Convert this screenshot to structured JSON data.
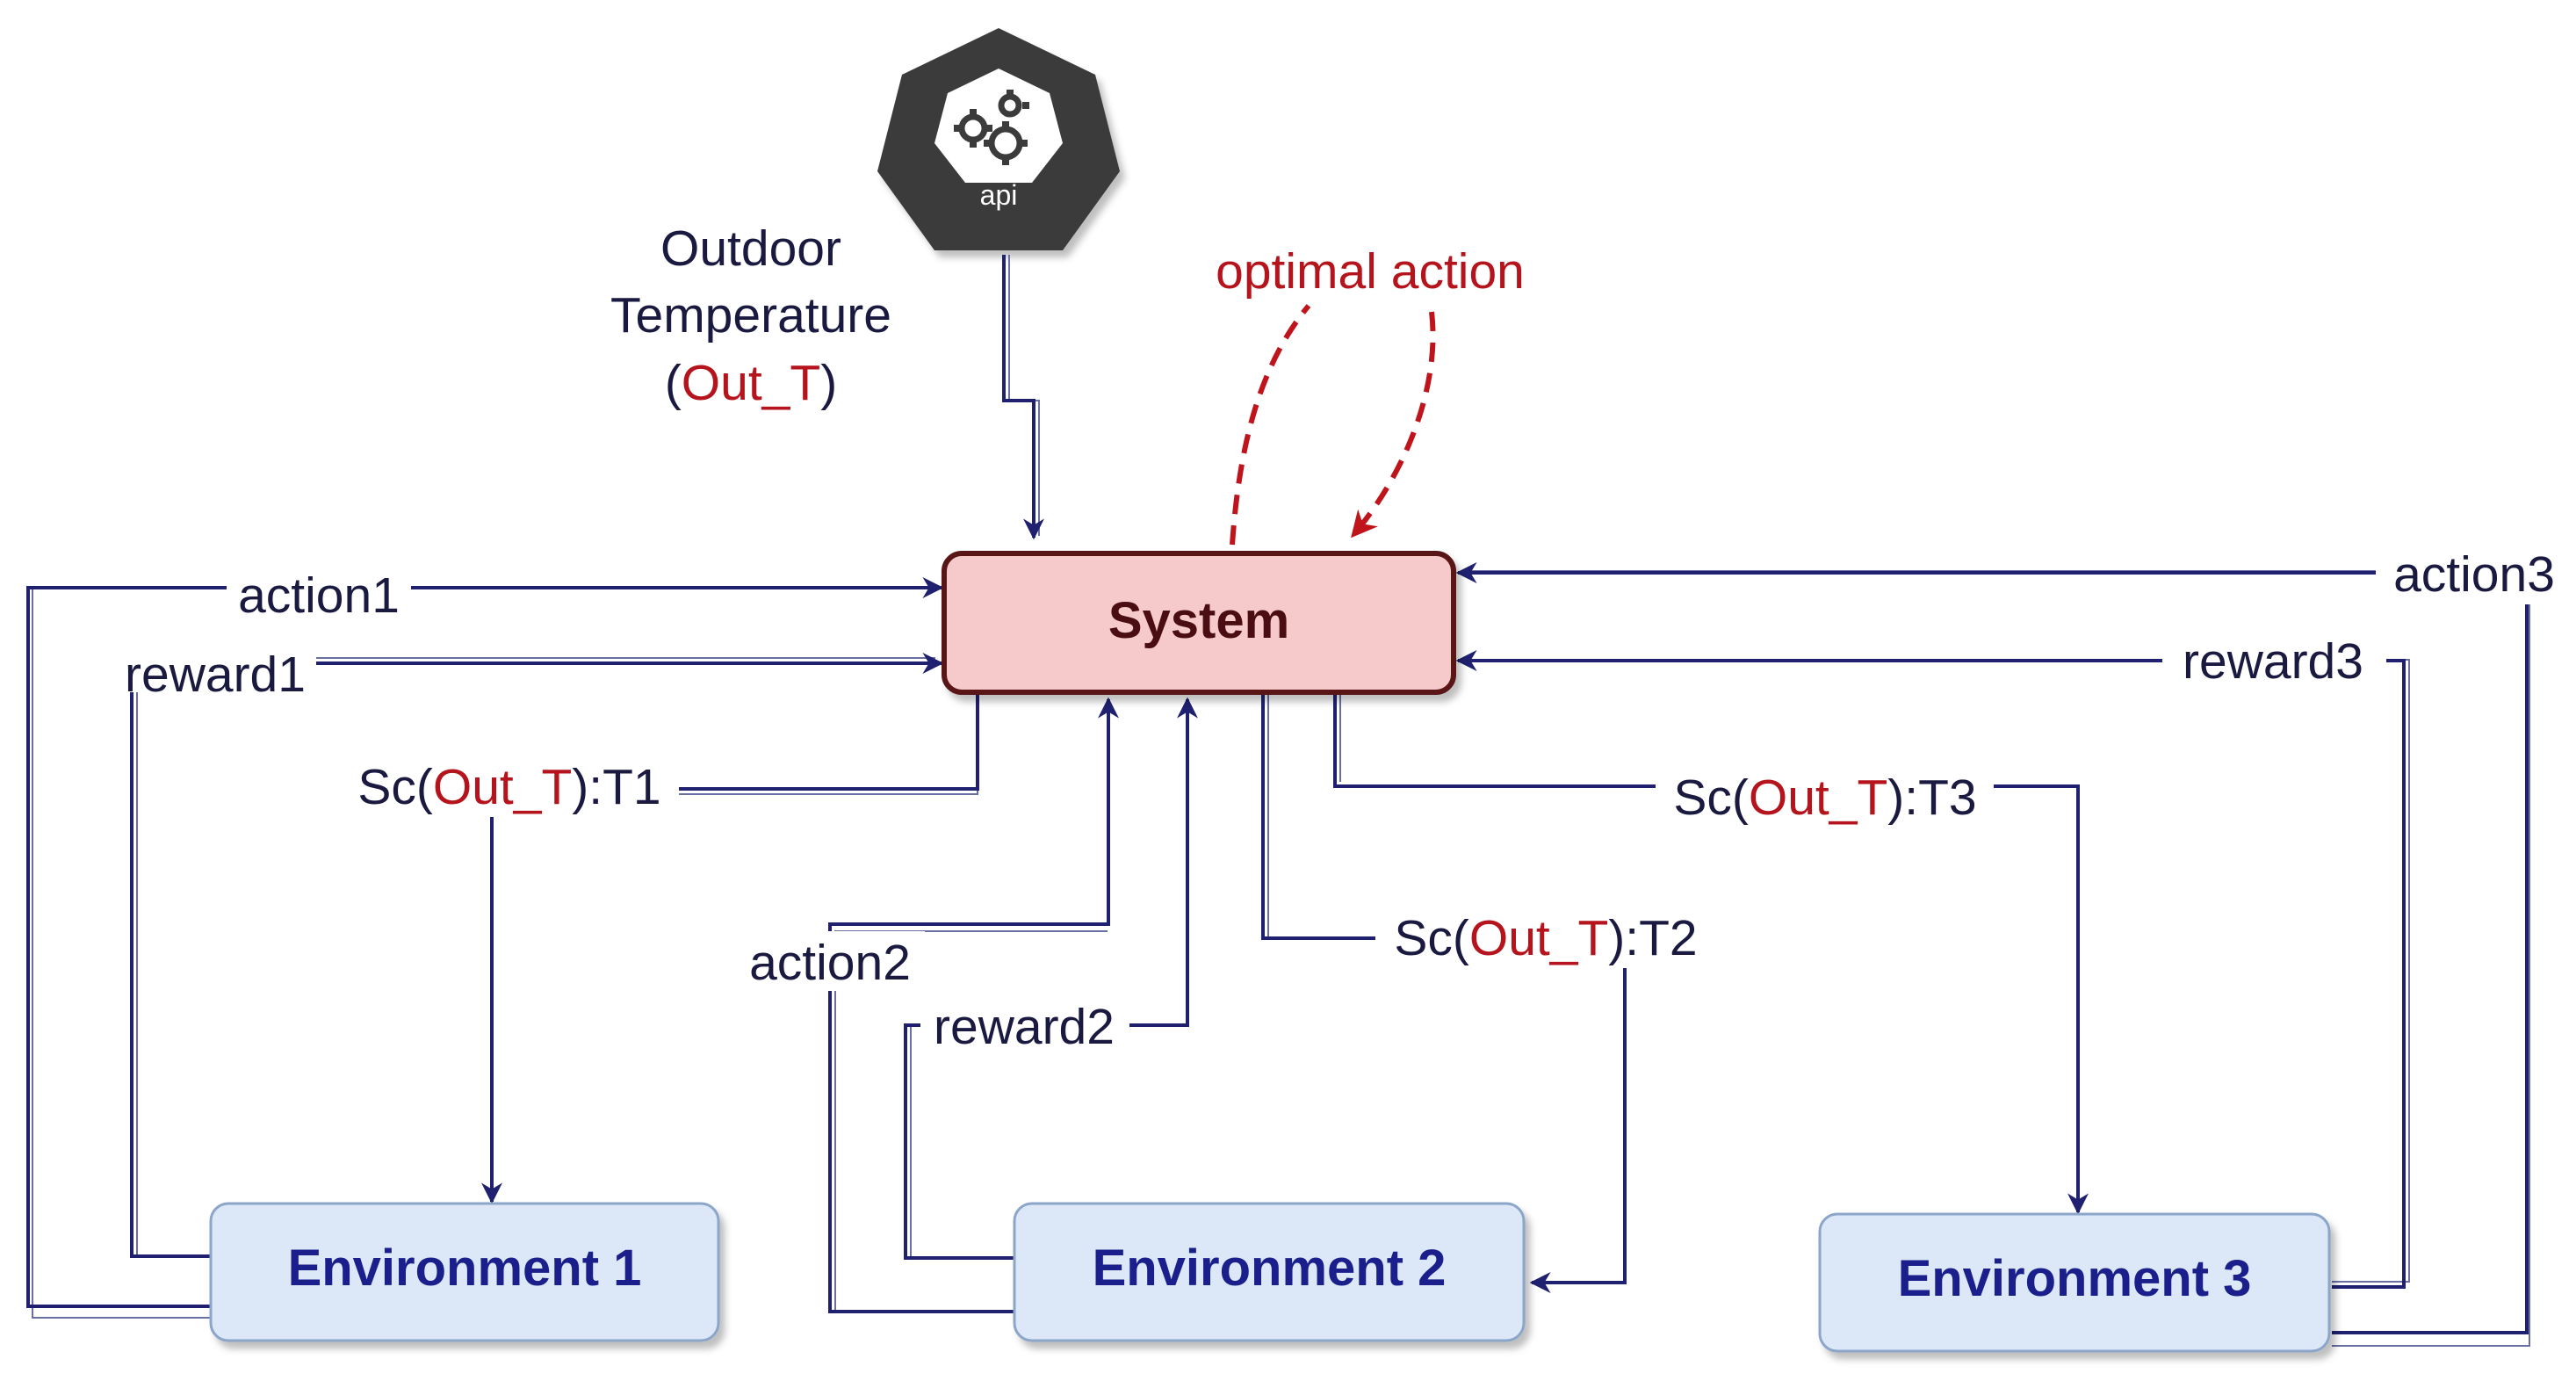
{
  "colors": {
    "line": "#1f2170",
    "system_fill": "#f6c9cb",
    "system_stroke": "#5a1317",
    "system_text": "#4a0e12",
    "env_fill": "#dce8f8",
    "env_stroke": "#8ca6c9",
    "env_text": "#1a1f8c",
    "label": "#1a1a40",
    "red": "#b5141c",
    "api_hex": "#3b3b3b"
  },
  "api_node": {
    "icon": "kubernetes-api-gears-icon",
    "label": "api"
  },
  "outdoor_label": {
    "line1": "Outdoor",
    "line2": "Temperature",
    "open": "(",
    "var": "Out_T",
    "close": ")"
  },
  "optimal_action": "optimal action",
  "system": {
    "label": "System"
  },
  "environments": [
    {
      "label": "Environment 1"
    },
    {
      "label": "Environment 2"
    },
    {
      "label": "Environment 3"
    }
  ],
  "edges": {
    "action1": "action1",
    "reward1": "reward1",
    "action2": "action2",
    "reward2": "reward2",
    "action3": "action3",
    "reward3": "reward3",
    "sc1": {
      "prefix": "Sc(",
      "var": "Out_T",
      "suffix": "):T1"
    },
    "sc2": {
      "prefix": "Sc(",
      "var": "Out_T",
      "suffix": "):T2"
    },
    "sc3": {
      "prefix": "Sc(",
      "var": "Out_T",
      "suffix": "):T3"
    }
  }
}
